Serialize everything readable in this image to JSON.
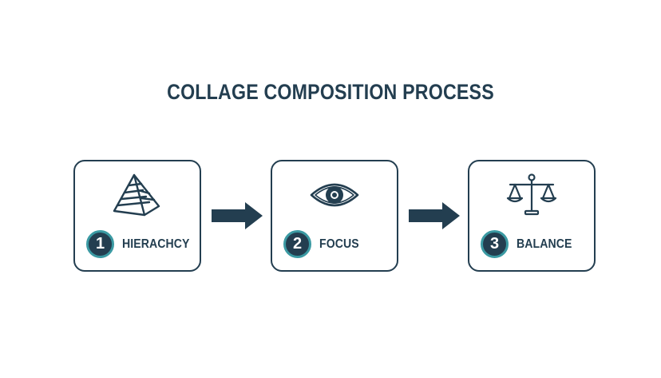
{
  "title": "COLLAGE COMPOSITION PROCESS",
  "steps": [
    {
      "number": "1",
      "label": "HIERACHCY",
      "icon": "pyramid-icon"
    },
    {
      "number": "2",
      "label": "FOCUS",
      "icon": "eye-icon"
    },
    {
      "number": "3",
      "label": "BALANCE",
      "icon": "scales-icon"
    }
  ],
  "colors": {
    "primary": "#233e50",
    "accent": "#3b9aa3",
    "background": "#ffffff"
  }
}
